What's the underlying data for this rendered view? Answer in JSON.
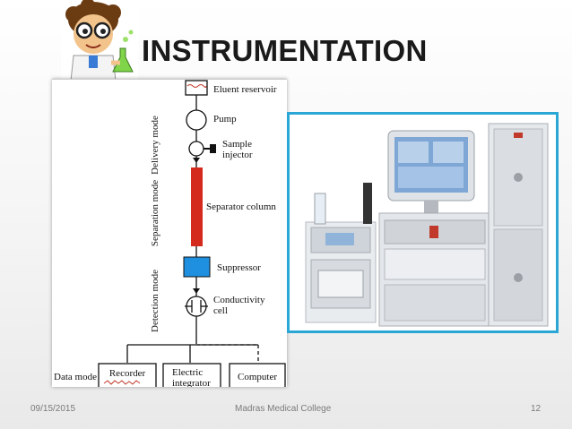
{
  "slide": {
    "title": "INSTRUMENTATION",
    "footer": {
      "date": "09/15/2015",
      "college": "Madras Medical College",
      "page": "12"
    }
  },
  "diagram": {
    "modes": {
      "delivery": "Delivery mode",
      "separation": "Separation mode",
      "detection": "Detection mode",
      "data": "Data mode"
    },
    "labels": {
      "reservoir": "Eluent reservoir",
      "pump": "Pump",
      "injector_1": "Sample",
      "injector_2": "injector",
      "column": "Separator column",
      "suppressor": "Suppressor",
      "cell_1": "Conductivity",
      "cell_2": "cell",
      "recorder": "Recorder",
      "integrator_1": "Electric",
      "integrator_2": "integrator",
      "computer": "Computer"
    },
    "colors": {
      "column": "#d42a1e",
      "suppressor": "#1f8fe0"
    }
  },
  "colors": {
    "photo_border": "#2aa7d4",
    "title": "#1a1a1a"
  }
}
